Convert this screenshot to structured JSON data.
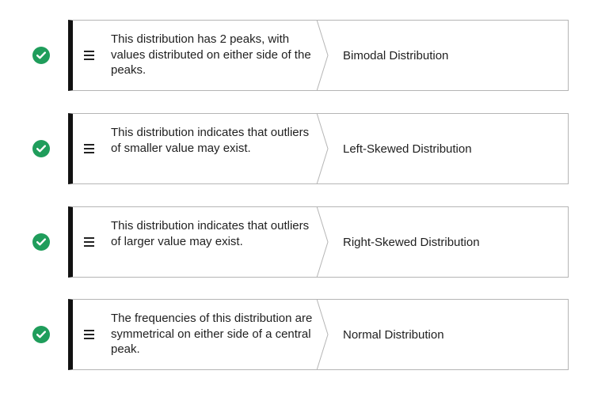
{
  "matches": [
    {
      "description": "This distribution has 2 peaks, with values distributed on either side of the peaks.",
      "answer": "Bimodal Distribution",
      "status_icon": "check-circle-icon",
      "drag_icon": "drag-handle-icon"
    },
    {
      "description": "This distribution indicates that outliers of smaller value may exist.",
      "answer": "Left-Skewed Distribution",
      "status_icon": "check-circle-icon",
      "drag_icon": "drag-handle-icon"
    },
    {
      "description": "This distribution indicates that outliers of larger value may exist.",
      "answer": "Right-Skewed Distribution",
      "status_icon": "check-circle-icon",
      "drag_icon": "drag-handle-icon"
    },
    {
      "description": "The frequencies of this distribution are symmetrical on either side of a central peak.",
      "answer": "Normal Distribution",
      "status_icon": "check-circle-icon",
      "drag_icon": "drag-handle-icon"
    }
  ],
  "colors": {
    "correct": "#1f9d5b",
    "card_accent": "#111111",
    "card_border": "#b5b5b5"
  }
}
